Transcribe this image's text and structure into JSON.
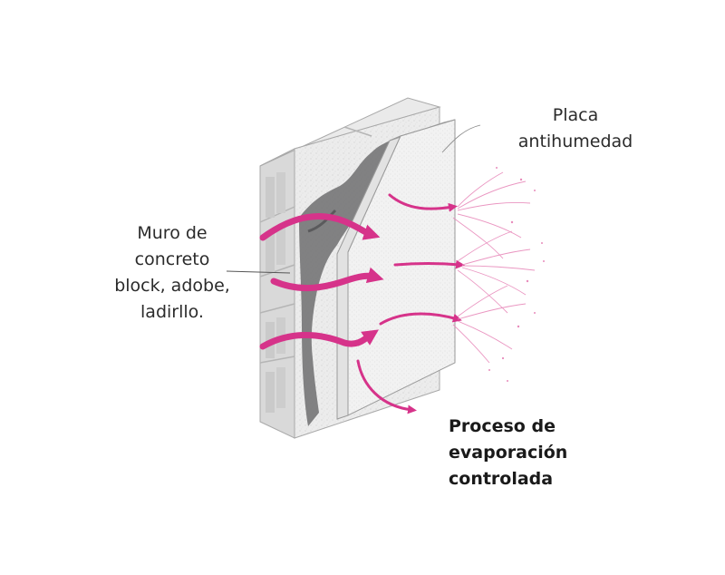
{
  "labels": {
    "wall": "Muro de\nconcreto\nblock, adobe,\nladirllo.",
    "board": "Placa\nantihumedad",
    "evaporation": "Proceso de\nevaporación\ncontrolada"
  },
  "colors": {
    "arrow": "#d6338a",
    "block_face": "#e4e4e4",
    "block_shadow": "#c9c9c9",
    "mortar": "#bcbcbc",
    "dark_plaster": "#6e6e70",
    "board": "#eeeeee",
    "text": "#2b2b2b"
  }
}
